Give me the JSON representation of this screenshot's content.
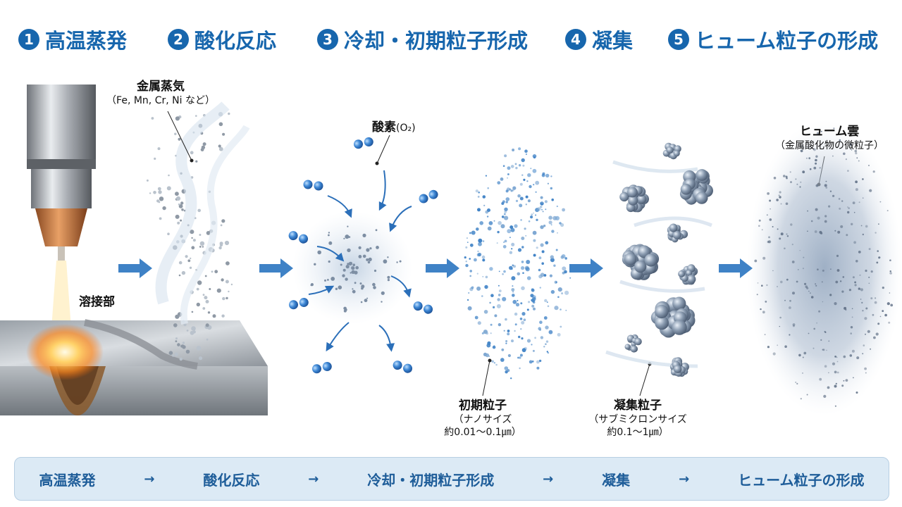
{
  "steps": [
    {
      "num": "1",
      "title": "高温蒸発"
    },
    {
      "num": "2",
      "title": "酸化反応"
    },
    {
      "num": "3",
      "title": "冷却・初期粒子形成"
    },
    {
      "num": "4",
      "title": "凝集"
    },
    {
      "num": "5",
      "title": "ヒューム粒子の形成"
    }
  ],
  "labels": {
    "metal_vapor": {
      "main": "金属蒸気",
      "sub": "（Fe, Mn, Cr, Ni など）"
    },
    "weld": {
      "main": "溶接部"
    },
    "oxygen": {
      "main": "酸素",
      "sub": "(O₂)"
    },
    "initial_particles": {
      "main": "初期粒子",
      "sub1": "（ナノサイズ",
      "sub2": "約0.01～0.1㎛）"
    },
    "aggregated_particles": {
      "main": "凝集粒子",
      "sub1": "（サブミクロンサイズ",
      "sub2": "約0.1～1㎛）"
    },
    "fume_cloud": {
      "main": "ヒューム雲",
      "sub": "（金属酸化物の微粒子）"
    }
  },
  "flow_bar": {
    "items": [
      "高温蒸発",
      "酸化反応",
      "冷却・初期粒子形成",
      "凝集",
      "ヒューム粒子の形成"
    ],
    "arrow": "→"
  },
  "colors": {
    "accent": "#1766ad",
    "arrow": "#3f82c6",
    "bar_bg": "#dceaf5"
  }
}
